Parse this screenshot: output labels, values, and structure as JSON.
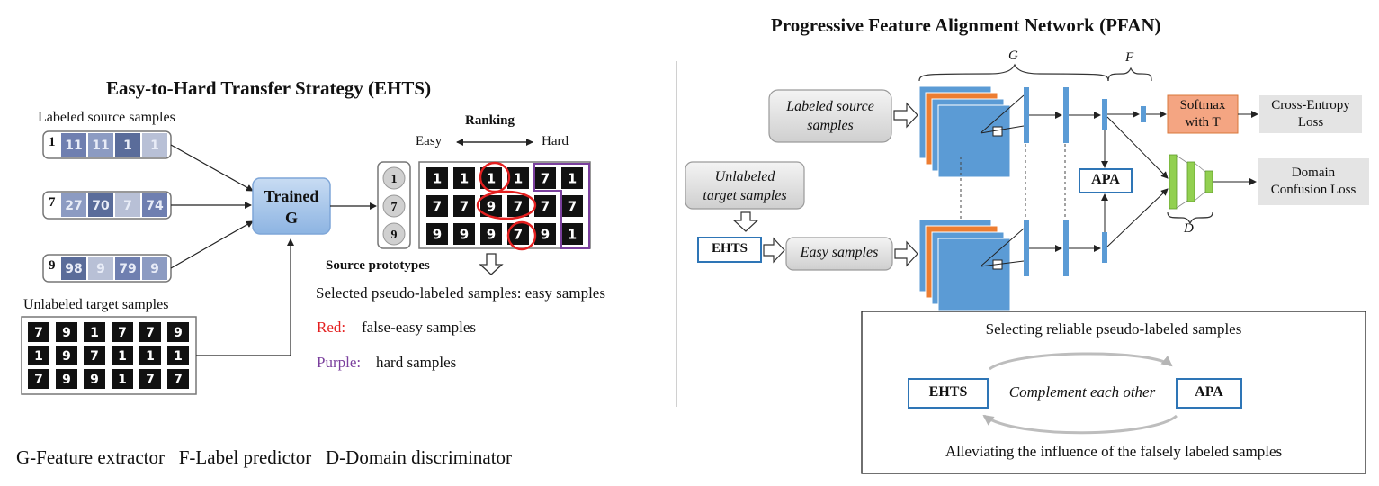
{
  "ehts_panel": {
    "title": "Easy-to-Hard Transfer Strategy (EHTS)",
    "labeled_source_label": "Labeled source samples",
    "source_rows": [
      {
        "digit": "1",
        "samples": [
          "11",
          "11",
          "1",
          "1"
        ]
      },
      {
        "digit": "7",
        "samples": [
          "27",
          "70",
          "7",
          "74"
        ]
      },
      {
        "digit": "9",
        "samples": [
          "98",
          "9",
          "79",
          "9"
        ]
      }
    ],
    "unlabeled_target_label": "Unlabeled target samples",
    "target_grid": [
      [
        "7",
        "9",
        "1",
        "7",
        "7",
        "9"
      ],
      [
        "1",
        "9",
        "7",
        "1",
        "1",
        "1"
      ],
      [
        "7",
        "9",
        "9",
        "1",
        "7",
        "7"
      ]
    ],
    "trained_g_label": "Trained\nG",
    "ranking_label": "Ranking",
    "easy_label": "Easy",
    "hard_label": "Hard",
    "prototype_digits": [
      "1",
      "7",
      "9"
    ],
    "ranked_grid": [
      [
        "1",
        "1",
        "1",
        "1",
        "7",
        "1"
      ],
      [
        "7",
        "7",
        "9",
        "7",
        "7",
        "7"
      ],
      [
        "9",
        "9",
        "9",
        "7",
        "9",
        "1"
      ]
    ],
    "source_prototypes_label": "Source prototypes",
    "selected_label": "Selected pseudo-labeled samples: easy samples",
    "red_key": "Red:",
    "red_desc": "false-easy samples",
    "purple_key": "Purple:",
    "purple_desc": "hard samples",
    "red_color": "#e41f1f",
    "purple_color": "#7a3f9d"
  },
  "legend_line": "G-Feature extractor   F-Label predictor   D-Domain discriminator",
  "pfan_panel": {
    "title": "Progressive Feature Alignment Network (PFAN)",
    "g_label": "G",
    "f_label": "F",
    "d_label": "D",
    "labeled_source_box": "Labeled source\nsamples",
    "unlabeled_target_box": "Unlabeled\ntarget samples",
    "ehts_box": "EHTS",
    "easy_samples_box": "Easy samples",
    "apa_box": "APA",
    "softmax_box": "Softmax\nwith T",
    "ce_loss_box": "Cross-Entropy\nLoss",
    "domain_loss_box": "Domain\nConfusion Loss",
    "bottom_title": "Selecting reliable pseudo-labeled samples",
    "bottom_ehts": "EHTS",
    "bottom_apa": "APA",
    "bottom_complement": "Complement each other",
    "bottom_footer": "Alleviating the influence of the falsely labeled samples",
    "blue_color": "#5b9bd5",
    "orange_color": "#ed7d31",
    "green_color": "#92d050",
    "softmax_fill": "#f4a582"
  }
}
